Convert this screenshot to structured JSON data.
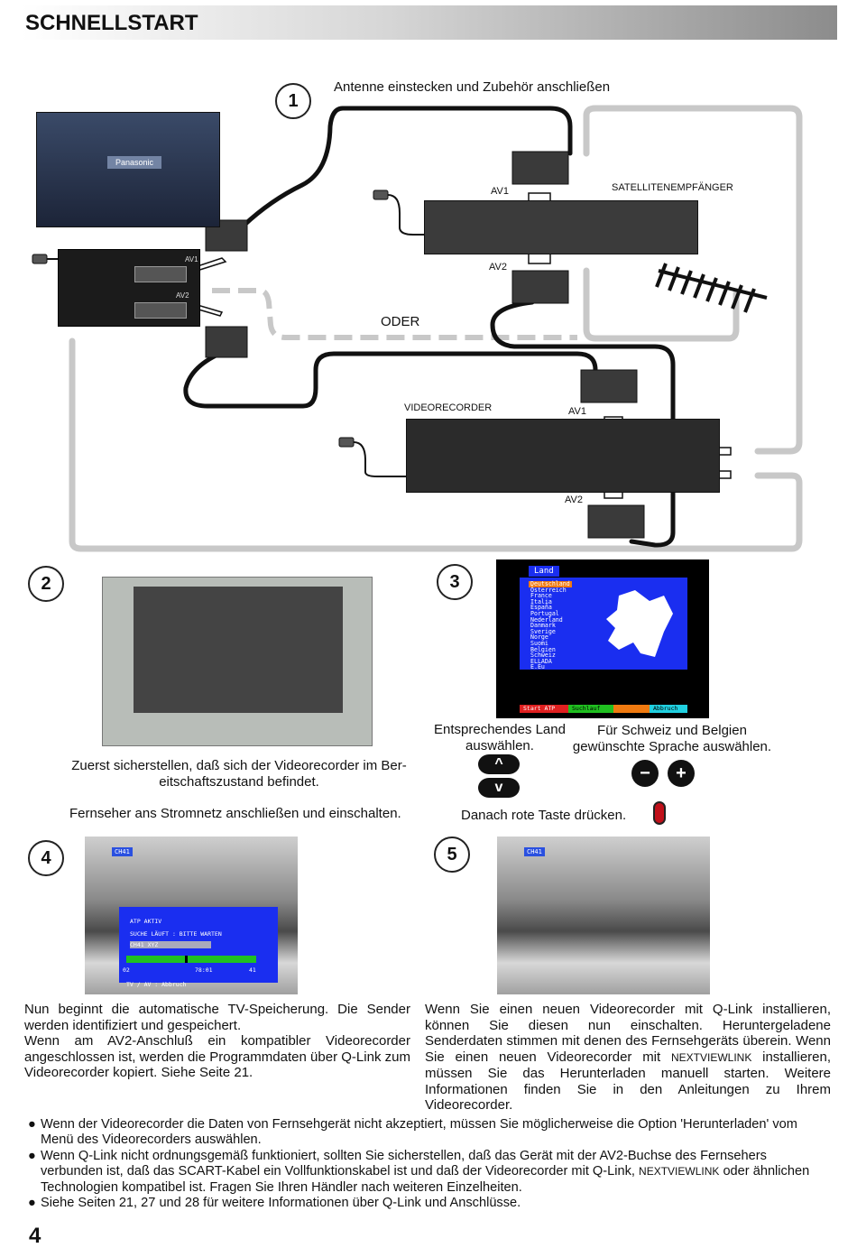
{
  "header": {
    "title": "SCHNELLSTART"
  },
  "page_number": "4",
  "step1": {
    "number": "1",
    "instruction": "Antenne einstecken und Zubehör anschließen",
    "satellite_label": "SATELLITENEMPFÄNGER",
    "sat_av1": "AV1",
    "sat_av2": "AV2",
    "tv_av1": "AV1",
    "tv_av2": "AV2",
    "tv_brand": "Panasonic",
    "oder": "ODER",
    "vcr_label": "VIDEORECORDER",
    "vcr_av1": "AV1",
    "vcr_av2": "AV2"
  },
  "step2": {
    "number": "2",
    "text_1": "Zuerst sicherstellen, daß sich der Videorecorder im Bereitschaftszustand befindet.",
    "text_1_line1": "Zuerst sicherstellen, daß sich der Videorecorder im Ber-",
    "text_1_line2": "eitschaftszustand befindet.",
    "text_2": "Fernseher ans Stromnetz anschließen und einschalten."
  },
  "step3": {
    "number": "3",
    "menu_tab": "Land",
    "countries": [
      "Deutschland",
      "Österreich",
      "France",
      "Italia",
      "España",
      "Portugal",
      "Nederland",
      "Danmark",
      "Sverige",
      "Norge",
      "Suomi",
      "Belgien",
      "Schweiz",
      "ELLADA",
      "E.Eu"
    ],
    "selected_country": "Deutschland",
    "bar_start": "Start ATP",
    "bar_search": "Suchlauf",
    "bar_abort": "Abbruch",
    "text_country_l1": "Entsprechendes Land",
    "text_country_l2": "auswählen.",
    "text_lang_l1": "Für Schweiz und Belgien",
    "text_lang_l2": "gewünschte Sprache auswählen.",
    "text_red": "Danach rote Taste drücken.",
    "btn_up": "^",
    "btn_down": "v",
    "btn_minus": "−",
    "btn_plus": "+"
  },
  "step4": {
    "number": "4",
    "channel": "CH41",
    "atp_title": "ATP AKTIV",
    "atp_search": "SUCHE LÄUFT :  BITTE WARTEN",
    "atp_channel": "CH41    XYZ",
    "atp_left": "02",
    "atp_time": "78:01",
    "atp_right": "41",
    "atp_footer": "TV / AV : Abbruch",
    "progress_fraction": 0.45,
    "text": "Nun beginnt die automatische TV-Speicherung. Die Sender werden identifiziert und gespeichert. Wenn am AV2-Anschluß ein kompatibler Videorecorder angeschlossen ist, werden die Programmdaten über Q-Link zum Videorecorder kopiert. Siehe Seite 21.",
    "text_p1": "Nun beginnt die automatische TV-Speicherung. Die Sender werden identifiziert und gespeichert.",
    "text_p2": "Wenn am AV2-Anschluß ein kompatibler Videorecorder angeschlossen ist, werden die Programmdaten über Q-Link zum Videorecorder kopiert. Siehe Seite 21."
  },
  "step5": {
    "number": "5",
    "channel": "CH41",
    "text_a": "Wenn Sie einen neuen Videorecorder mit Q-Link installieren, können Sie diesen nun einschalten. Heruntergeladene Senderdaten stimmen mit denen des Fernsehgeräts überein. Wenn Sie einen neuen Videorecorder mit ",
    "text_brand": "NEXTVIEWLINK",
    "text_b": " installieren, müssen Sie das Herunterladen manuell starten. Weitere Informationen finden Sie in den Anleitungen zu Ihrem Videorecorder."
  },
  "notes": [
    {
      "bullet": "●",
      "text": "Wenn der Videorecorder die Daten von Fernsehgerät nicht akzeptiert, müssen Sie möglicherweise die Option 'Herunterladen' vom Menü des Videorecorders auswählen."
    },
    {
      "bullet": "●",
      "text_a": "Wenn Q-Link nicht ordnungsgemäß funktioniert, sollten Sie sicherstellen, daß das Gerät mit der AV2-Buchse des Fernsehers verbunden ist, daß das SCART-Kabel ein Vollfunktionskabel ist und daß der Videorecorder mit Q-Link, ",
      "text_brand": "NEXTVIEWLINK",
      "text_b": " oder ähnlichen Technologien kompatibel ist. Fragen Sie Ihren Händler nach weiteren Einzelheiten."
    },
    {
      "bullet": "●",
      "text": "Siehe Seiten 21, 27 und 28 für weitere Informationen über Q-Link und Anschlüsse."
    }
  ],
  "colors": {
    "accent_blue": "#1a2ef0",
    "highlight_orange": "#f07a10",
    "cable_gray": "#c8c8c8",
    "red_button": "#c0101a"
  }
}
